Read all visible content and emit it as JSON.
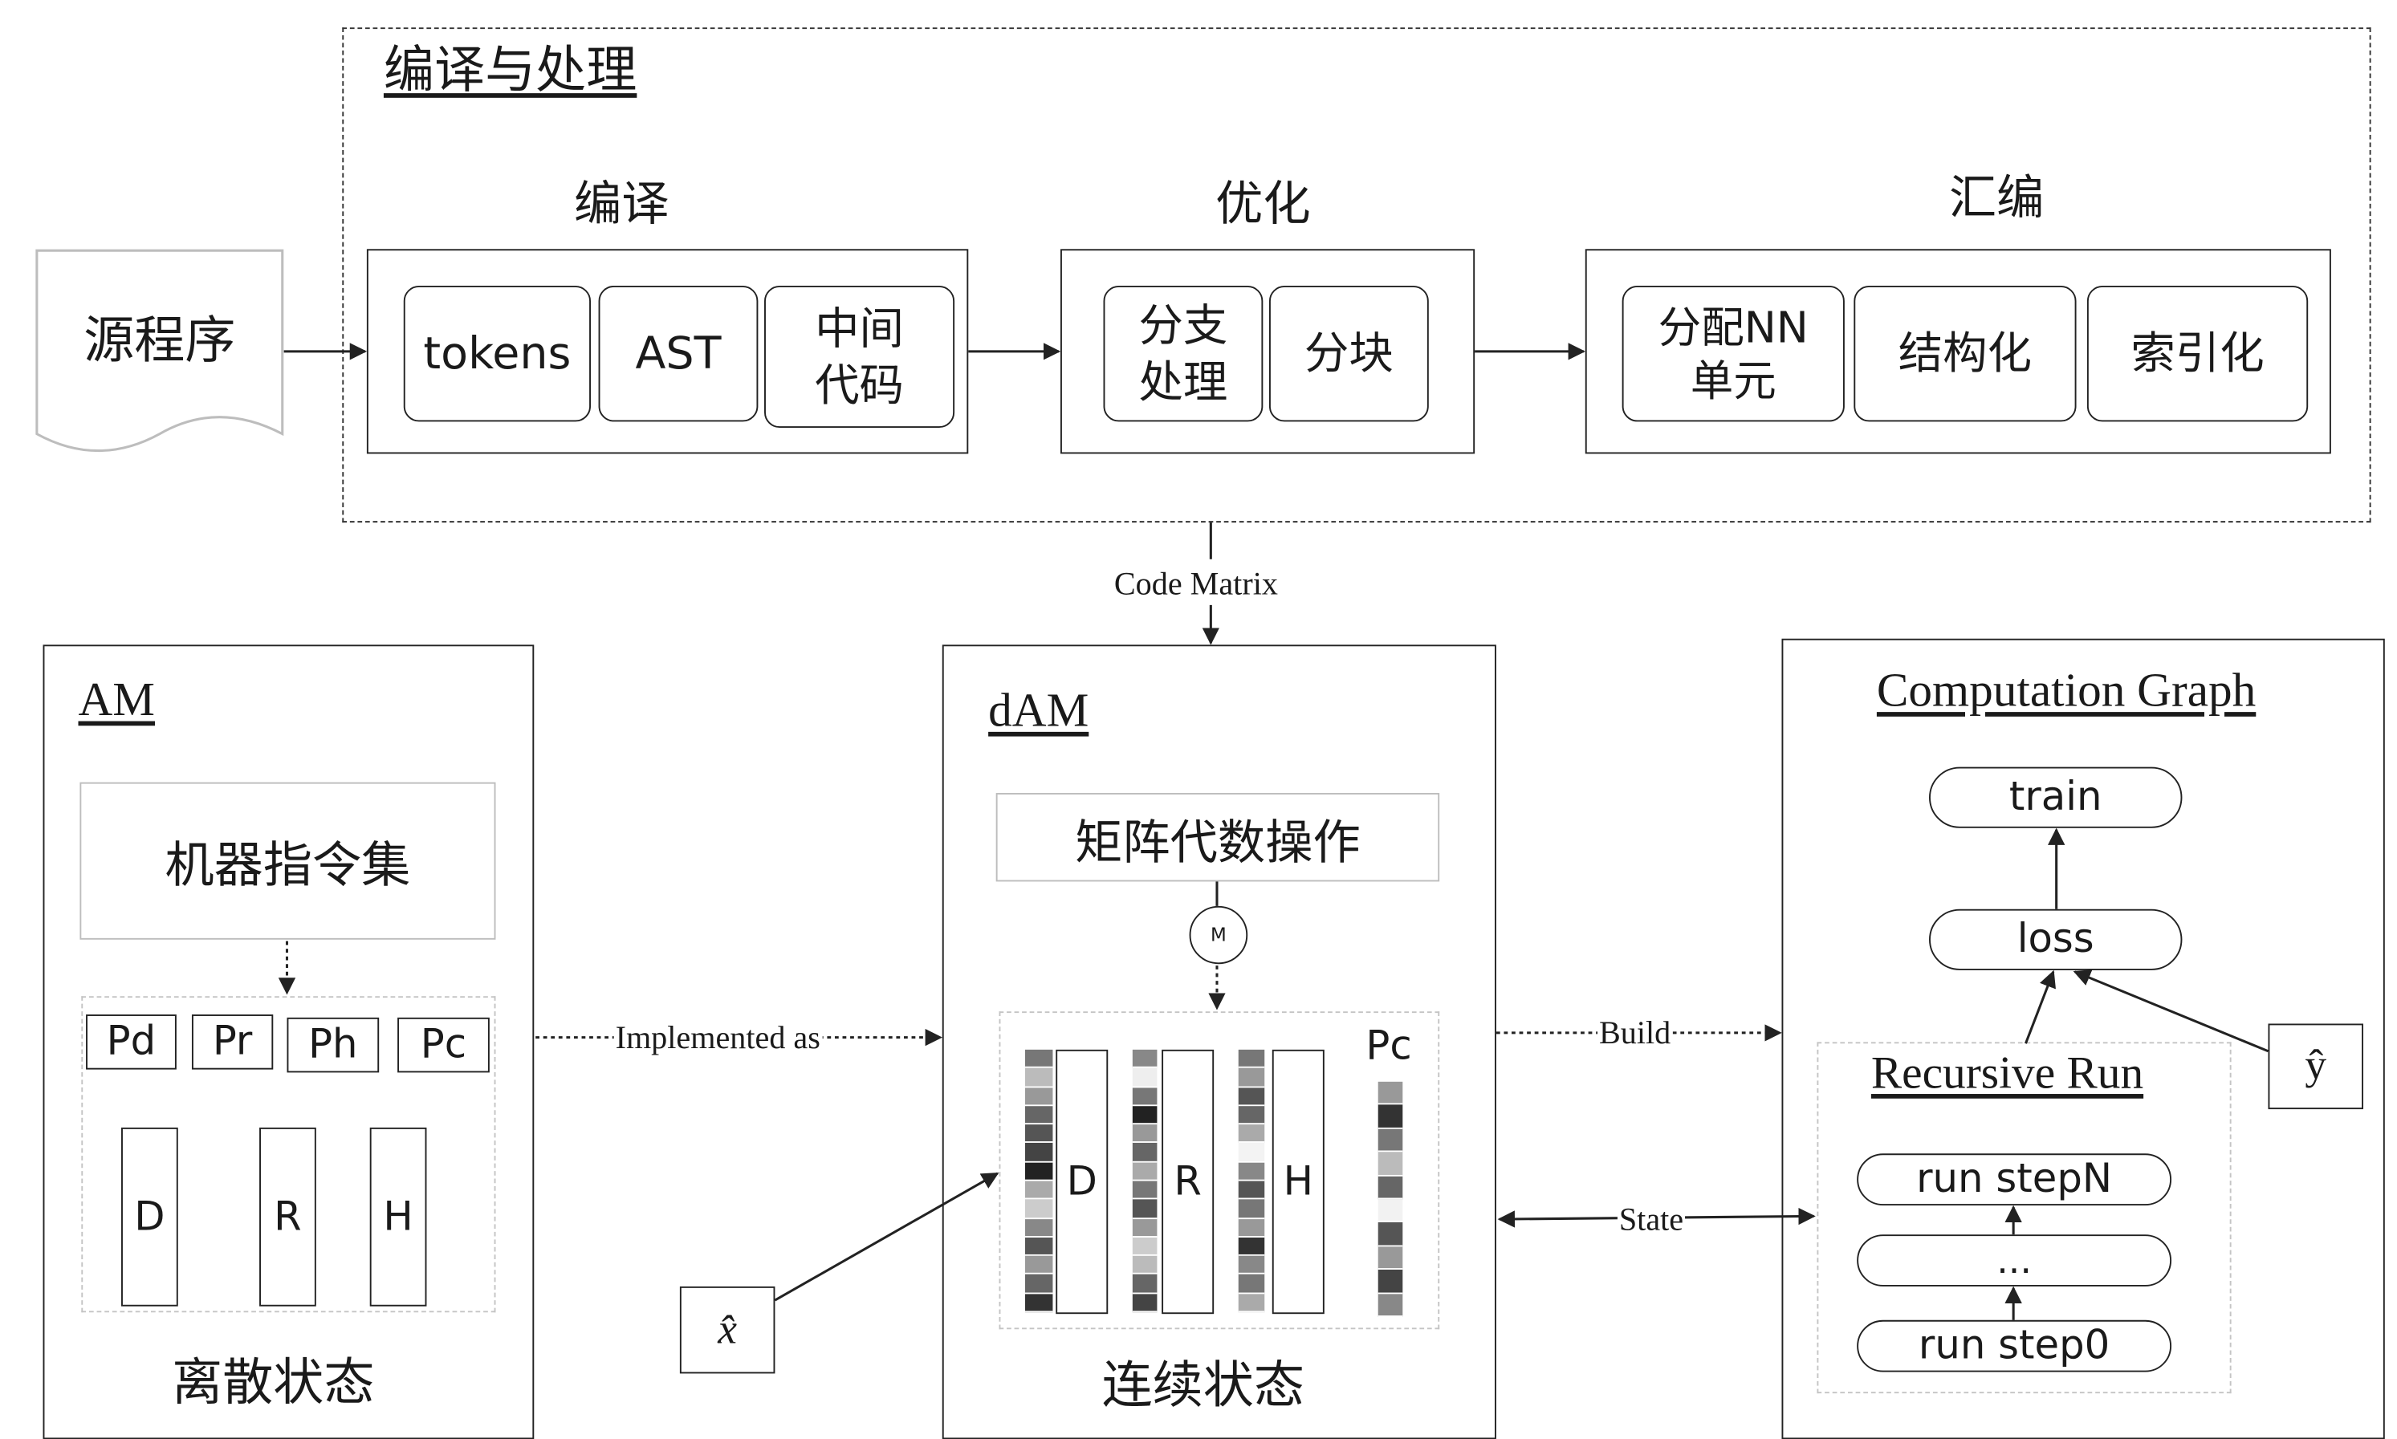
{
  "pipeline": {
    "title": "编译与处理",
    "source": "源程序",
    "stages": [
      {
        "heading": "编译",
        "items": [
          "tokens",
          "AST",
          "中间\n代码"
        ]
      },
      {
        "heading": "优化",
        "items": [
          "分支\n处理",
          "分块"
        ]
      },
      {
        "heading": "汇编",
        "items": [
          "分配NN\n单元",
          "结构化",
          "索引化"
        ]
      }
    ],
    "output_label": "Code Matrix"
  },
  "am": {
    "title": "AM",
    "instruction_set": "机器指令集",
    "registers": [
      "Pd",
      "Pr",
      "Ph",
      "Pc"
    ],
    "memories": [
      "D",
      "R",
      "H"
    ],
    "caption": "离散状态"
  },
  "dam": {
    "title": "dAM",
    "matrix_ops": "矩阵代数操作",
    "m_symbol": "M",
    "memories": [
      "D",
      "R",
      "H"
    ],
    "pc_label": "Pc",
    "caption": "连续状态",
    "input_symbol": "x̂"
  },
  "graph": {
    "title": "Computation Graph",
    "train": "train",
    "loss": "loss",
    "recursive_title": "Recursive Run",
    "steps": [
      "run stepN",
      "...",
      "run step0"
    ],
    "target_symbol": "ŷ"
  },
  "connectors": {
    "implemented_as": "Implemented as",
    "build": "Build",
    "state": "State"
  },
  "colors": {
    "line": "#222222",
    "dashed_gray": "#c4c4c4",
    "gray_box": "#bdbdbd"
  }
}
